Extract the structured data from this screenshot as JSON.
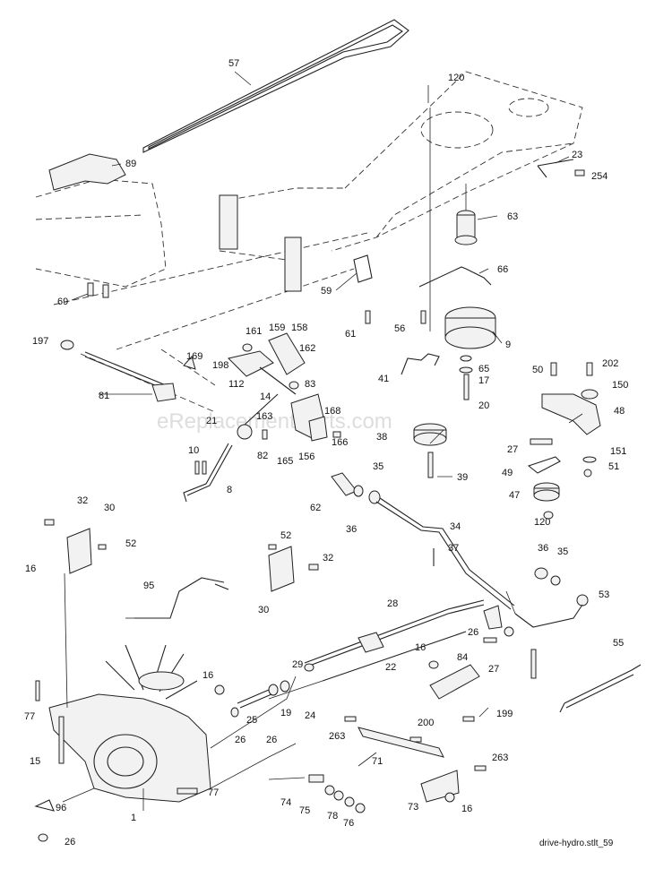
{
  "diagram": {
    "watermark": "eReplacementParts.com",
    "footer": "drive-hydro.stlt_59",
    "callouts": {
      "c57": "57",
      "c120a": "120",
      "c89": "89",
      "c23": "23",
      "c254": "254",
      "c63": "63",
      "c66": "66",
      "c59": "59",
      "c69": "69",
      "c61": "61",
      "c56": "56",
      "c9": "9",
      "c197": "197",
      "c161": "161",
      "c159": "159",
      "c158": "158",
      "c198": "198",
      "c169": "169",
      "c162": "162",
      "c65": "65",
      "c17": "17",
      "c41": "41",
      "c50": "50",
      "c202": "202",
      "c81": "81",
      "c112": "112",
      "c14": "14",
      "c83": "83",
      "c150": "150",
      "c20": "20",
      "c21": "21",
      "c163": "163",
      "c168": "168",
      "c48": "48",
      "c38": "38",
      "c82": "82",
      "c165": "165",
      "c156": "156",
      "c166": "166",
      "c27a": "27",
      "c151": "151",
      "c10": "10",
      "c39": "39",
      "c35a": "35",
      "c51": "51",
      "c49": "49",
      "c8": "8",
      "c47": "47",
      "c62": "62",
      "c36a": "36",
      "c34": "34",
      "c32a": "32",
      "c30a": "30",
      "c120b": "120",
      "c52a": "52",
      "c16a": "16",
      "c37": "37",
      "c52b": "52",
      "c32b": "32",
      "c36b": "36",
      "c35b": "35",
      "c95": "95",
      "c30b": "30",
      "c53": "53",
      "c28": "28",
      "c26a": "26",
      "c16b": "16",
      "c84": "84",
      "c55": "55",
      "c29": "29",
      "c22": "22",
      "c27b": "27",
      "c16c": "16",
      "c25": "25",
      "c19": "19",
      "c24": "24",
      "c77a": "77",
      "c26b": "26",
      "c26c": "26",
      "c199": "199",
      "c200": "200",
      "c263a": "263",
      "c263b": "263",
      "c15": "15",
      "c71": "71",
      "c77b": "77",
      "c74": "74",
      "c75": "75",
      "c78": "78",
      "c76": "76",
      "c73": "73",
      "c16d": "16",
      "c96": "96",
      "c1": "1",
      "c26d": "26"
    }
  }
}
